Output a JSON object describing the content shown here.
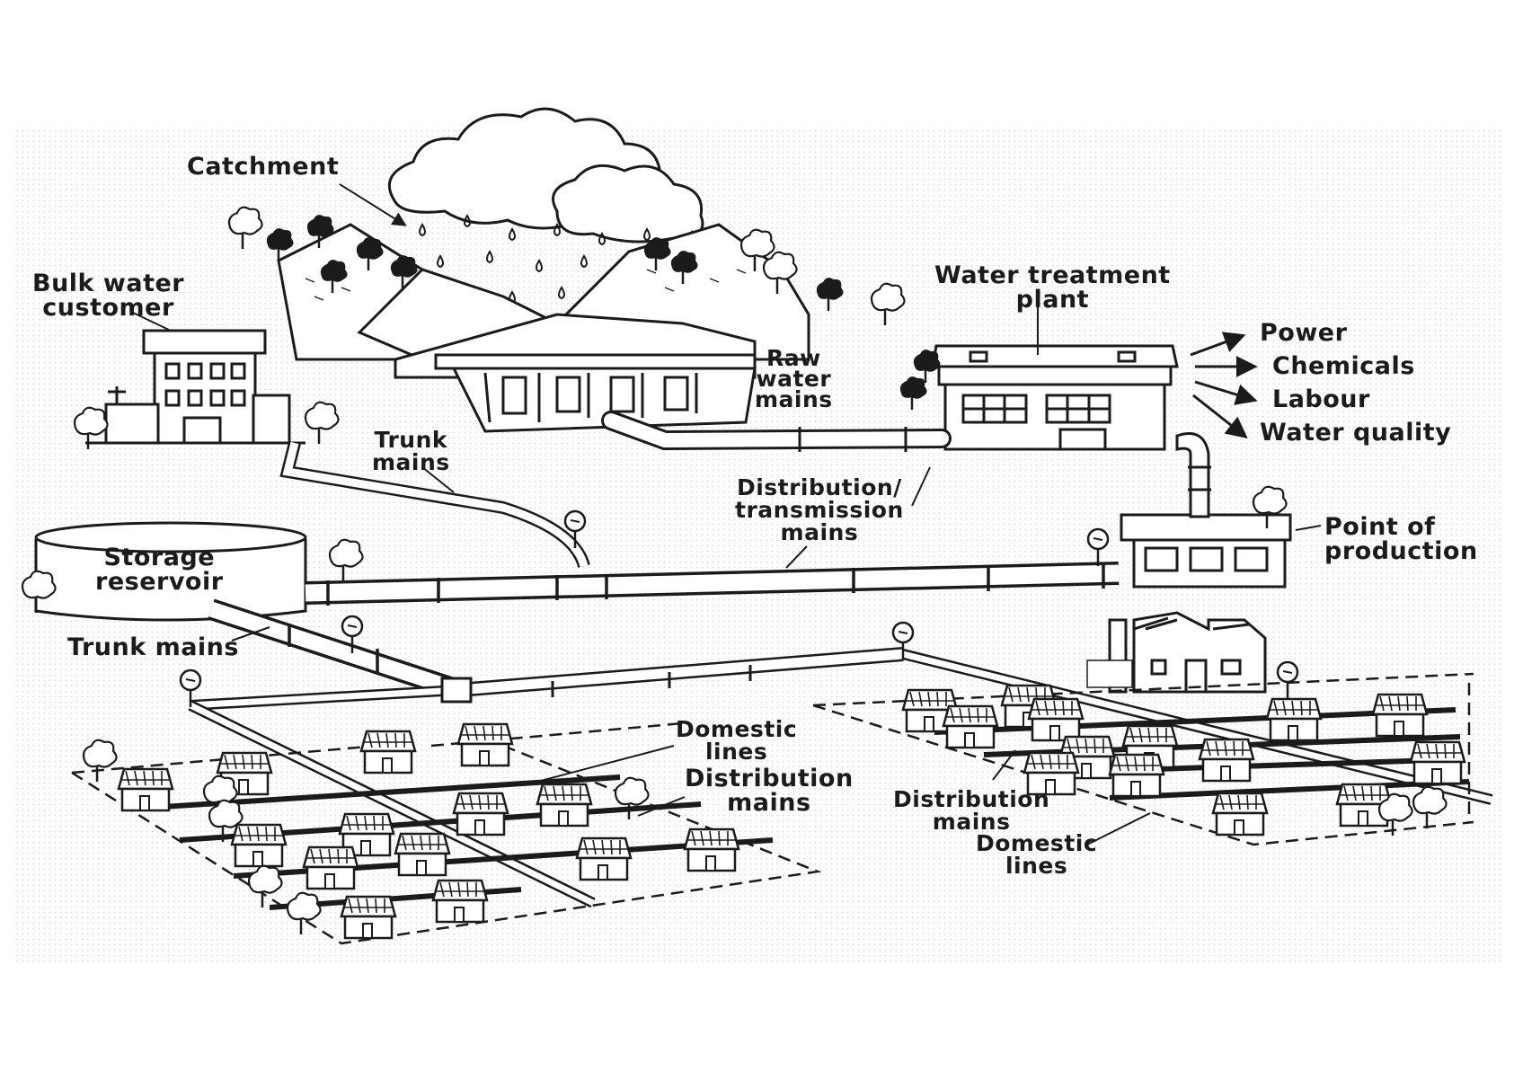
{
  "labels": {
    "catchment": "Catchment",
    "bulk_customer": {
      "line1": "Bulk water",
      "line2": "customer"
    },
    "raw_water": {
      "line1": "Raw",
      "line2": "water",
      "line3": "mains"
    },
    "treatment_plant": {
      "line1": "Water treatment",
      "line2": "plant"
    },
    "inputs": [
      "Power",
      "Chemicals",
      "Labour",
      "Water quality"
    ],
    "trunk_mains_upper": {
      "line1": "Trunk",
      "line2": "mains"
    },
    "distribution_transmission": {
      "line1": "Distribution/",
      "line2": "transmission",
      "line3": "mains"
    },
    "storage_reservoir": {
      "line1": "Storage",
      "line2": "reservoir"
    },
    "point_of_production": {
      "line1": "Point of",
      "line2": "production"
    },
    "trunk_mains_lower": "Trunk mains",
    "domestic_lines_left": {
      "line1": "Domestic",
      "line2": "lines"
    },
    "distribution_mains_left": {
      "line1": "Distribution",
      "line2": "mains"
    },
    "distribution_mains_right": {
      "line1": "Distribution",
      "line2": "mains"
    },
    "domestic_lines_right": {
      "line1": "Domestic",
      "line2": "lines"
    }
  },
  "icons": [
    "cloud-icon",
    "rain-icon",
    "mountain-icon",
    "dam-icon",
    "tree-icon",
    "building-icon",
    "reservoir-icon",
    "treatment-plant-icon",
    "pump-station-icon",
    "factory-icon",
    "house-icon",
    "pipe-icon",
    "gauge-icon",
    "arrow-icon"
  ],
  "colors": {
    "ink": "#1b1b1b",
    "background": "#ffffff",
    "stipple": "#efefef"
  }
}
